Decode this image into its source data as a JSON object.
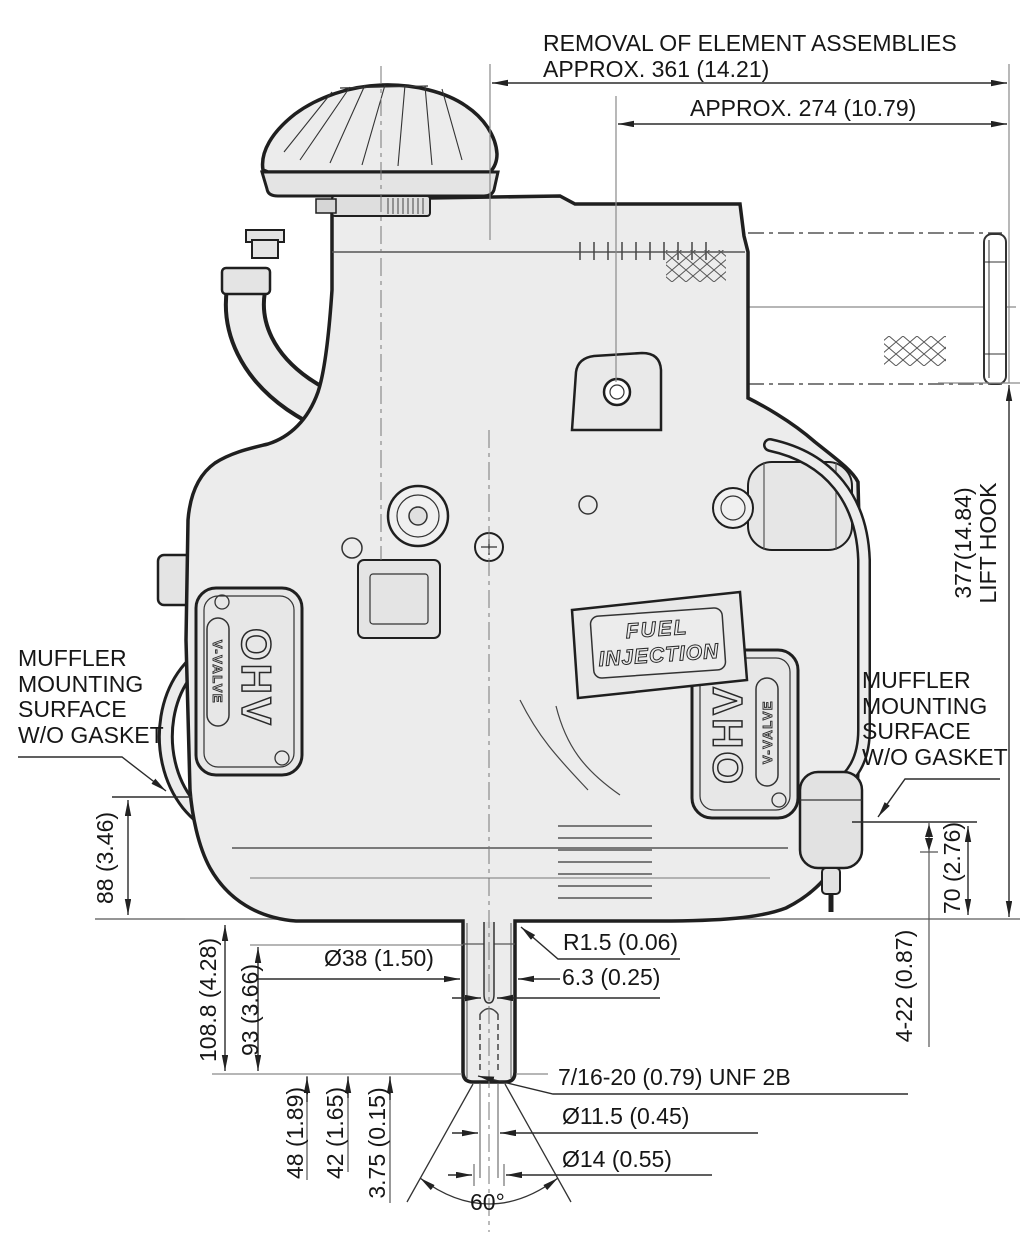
{
  "ann": {
    "removal1": "REMOVAL OF ELEMENT ASSEMBLIES",
    "removal2": "APPROX.  361 (14.21)",
    "approx274": "APPROX.   274 (10.79)",
    "lift1": "377(14.84)",
    "lift2": "LIFT HOOK",
    "muffler": [
      "MUFFLER",
      "MOUNTING",
      "SURFACE",
      "W/O GASKET"
    ],
    "d88": "88 (3.46)",
    "d70": "70 (2.76)",
    "d422": "4-22 (0.87)",
    "d1088": "108.8 (4.28)",
    "d93": "93 (3.66)",
    "d48": "48 (1.89)",
    "d42": "42 (1.65)",
    "d375": "3.75 (0.15)",
    "dR15": "R1.5 (0.06)",
    "dO38": "Ø38 (1.50)",
    "d63": "6.3 (0.25)",
    "thread": "7/16-20 (0.79) UNF 2B",
    "dO115": "Ø11.5 (0.45)",
    "dO14": "Ø14 (0.55)",
    "deg60": "60°"
  },
  "labels": {
    "ohv": "OHV",
    "vvalve": "V-VALVE",
    "fuel": "FUEL",
    "injection": "INJECTION"
  },
  "colors": {
    "outline": "#1f1f1f",
    "dimension": "#2b2b2b",
    "reference": "#8a8a8a",
    "body_fill": "#ececec",
    "background": "#ffffff"
  }
}
